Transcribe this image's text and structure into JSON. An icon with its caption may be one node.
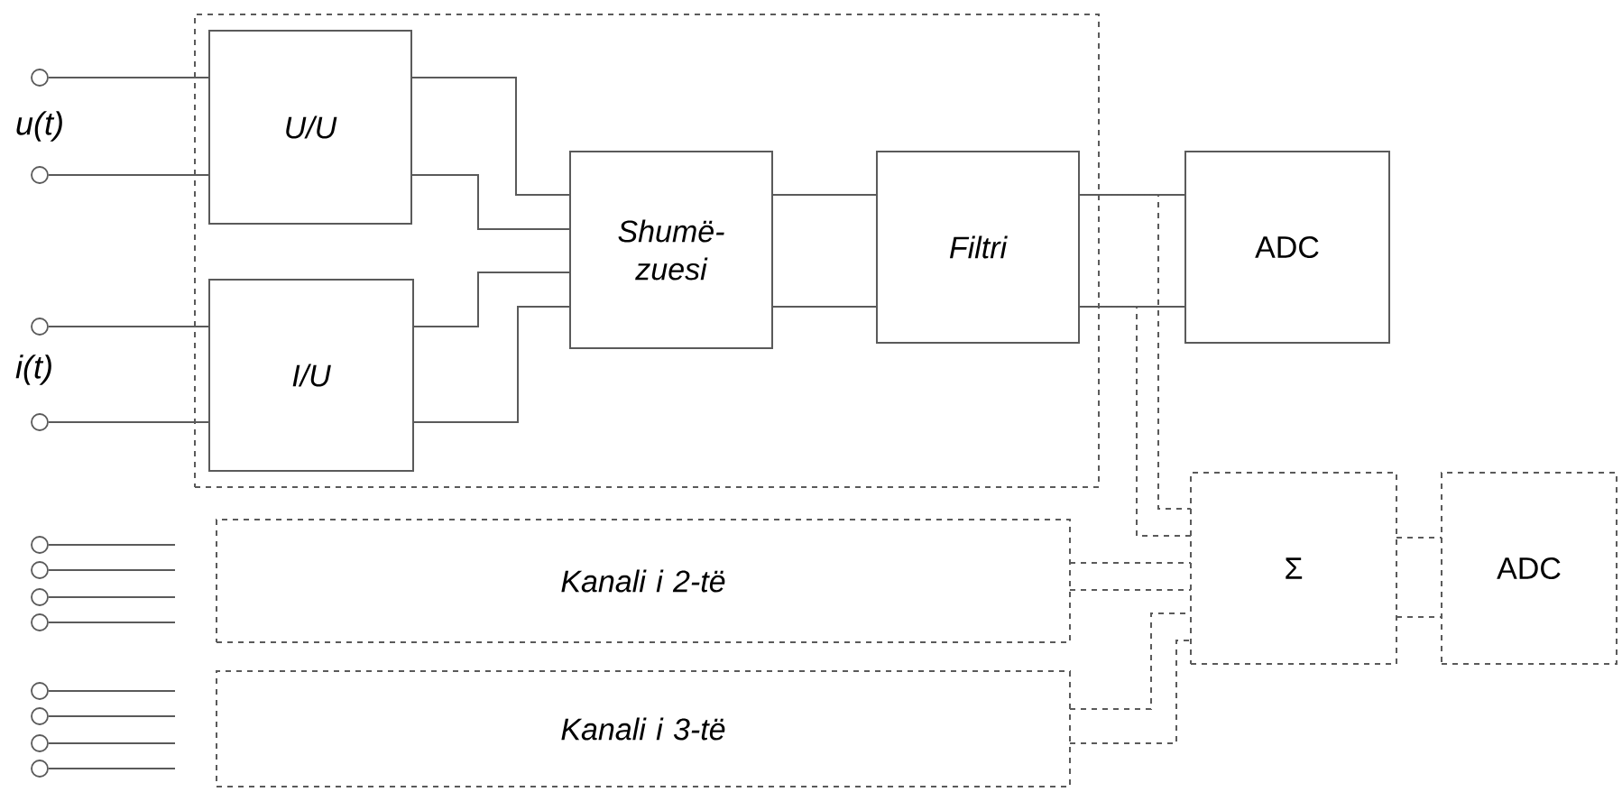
{
  "diagram": {
    "nodes": [
      {
        "text": [],
        "shape": "box"
      },
      {
        "text": [
          "U/U"
        ],
        "in": 0
      },
      {
        "text": [
          "I/U"
        ],
        "in": 0
      },
      {
        "text": [
          "Shumë- zuesi"
        ],
        "in": 0
      },
      {
        "text": [
          "Filtri"
        ],
        "in": 0
      },
      {
        "text": [
          "ADC"
        ]
      },
      {
        "text": [
          "Σ"
        ]
      },
      {
        "text": [
          "ADC"
        ]
      },
      {
        "text": [
          "Kanali i 2-të"
        ]
      },
      {
        "text": [
          "Kanali i 3-të"
        ]
      },
      {
        "text": [],
        "shape": "circle"
      },
      {
        "text": [],
        "shape": "circle"
      },
      {
        "text": [],
        "shape": "circle"
      },
      {
        "text": [],
        "shape": "circle"
      },
      {
        "text": [],
        "shape": "circle"
      },
      {
        "text": [],
        "shape": "circle"
      },
      {
        "text": [],
        "shape": "circle"
      },
      {
        "text": [],
        "shape": "circle"
      },
      {
        "text": [],
        "shape": "circle"
      },
      {
        "text": [],
        "shape": "circle"
      },
      {
        "text": [],
        "shape": "circle"
      },
      {
        "text": [],
        "shape": "circle"
      }
    ],
    "edges": [
      {
        "from": 10,
        "to": 1,
        "arrow": "none"
      },
      {
        "from": 11,
        "to": 1,
        "arrow": "none"
      },
      {
        "from": 12,
        "to": 2,
        "arrow": "none"
      },
      {
        "from": 13,
        "to": 2,
        "arrow": "none"
      },
      {
        "from": 1,
        "to": 3,
        "arrow": "none"
      },
      {
        "from": 1,
        "to": 3,
        "arrow": "none"
      },
      {
        "from": 2,
        "to": 3,
        "arrow": "none"
      },
      {
        "from": 2,
        "to": 3,
        "arrow": "none"
      },
      {
        "from": 3,
        "to": 4,
        "arrow": "none"
      },
      {
        "from": 3,
        "to": 4,
        "arrow": "none"
      },
      {
        "from": 4,
        "to": 5,
        "arrow": "none"
      },
      {
        "from": 4,
        "to": 5,
        "arrow": "none"
      },
      {
        "from": 4,
        "to": 6,
        "arrow": "none",
        "style": "dashed"
      },
      {
        "from": 4,
        "to": 6,
        "arrow": "none",
        "style": "dashed"
      },
      {
        "from": 8,
        "to": 6,
        "arrow": "none",
        "style": "dashed"
      },
      {
        "from": 8,
        "to": 6,
        "arrow": "none",
        "style": "dashed"
      },
      {
        "from": 9,
        "to": 6,
        "arrow": "none",
        "style": "dashed"
      },
      {
        "from": 9,
        "to": 6,
        "arrow": "none",
        "style": "dashed"
      },
      {
        "from": 6,
        "to": 7,
        "arrow": "none",
        "style": "dashed"
      },
      {
        "from": 6,
        "to": 7,
        "arrow": "none",
        "style": "dashed"
      },
      {
        "from": 14,
        "to": null,
        "arrow": "none"
      },
      {
        "from": 15,
        "to": null,
        "arrow": "none"
      },
      {
        "from": 16,
        "to": null,
        "arrow": "none"
      },
      {
        "from": 17,
        "to": null,
        "arrow": "none"
      },
      {
        "from": 18,
        "to": null,
        "arrow": "none"
      },
      {
        "from": 19,
        "to": null,
        "arrow": "none"
      },
      {
        "from": 20,
        "to": null,
        "arrow": "none"
      },
      {
        "from": 21,
        "to": null,
        "arrow": "none"
      }
    ],
    "labels": [
      "u(t)",
      "i(t)"
    ]
  }
}
